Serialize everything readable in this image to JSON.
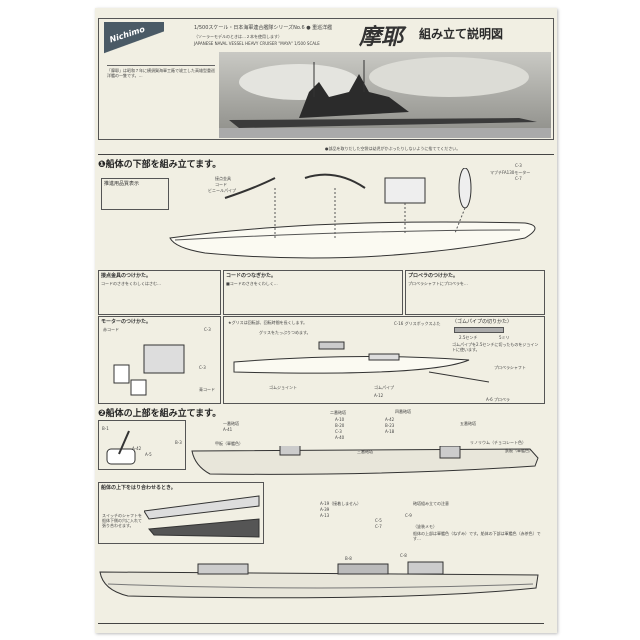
{
  "header": {
    "logo": "Nichimo",
    "series_line": "1/500スケール・日本海軍連合艦隊シリーズNo.6 ● 重巡洋艦",
    "note_line": "（ソーラーモデルのときは…２本を使用します）",
    "english_line": "JAPANESE NAVAL VESSEL HEAVY CRUISER \"MAYA\" 1/500 SCALE",
    "ship_name": "摩耶",
    "doc_title": "組み立て説明図",
    "intro_text": "「摩耶」は昭和７年に横須賀海軍工廠で竣工した高雄型重巡洋艦の一隻です。…",
    "warning": "●部品を取りだした空袋は幼児がかぶったりしないように捨ててください。"
  },
  "section1": {
    "title": "❶船体の下部を組み立てます。",
    "labels": [
      "接点金具",
      "コード",
      "ビニールパイプ",
      "C-3",
      "マブチFA130モーター",
      "C-7"
    ],
    "spec_box": "推進用品質表示",
    "sub_boxes": [
      {
        "title": "接点金具のつけかた。",
        "text": "コードのさきをくわしくはさむ…"
      },
      {
        "title": "コードのつなぎかた。",
        "text": "■コードのさきをくわしく…"
      },
      {
        "title": "プロペラのつけかた。",
        "text": "プロペラシャフトにプロペラを…"
      }
    ],
    "motor_box": {
      "title": "モーターのつけかた。",
      "labels": [
        "赤コード",
        "C-3",
        "C-3",
        "青コード"
      ]
    },
    "grease_box": {
      "note": "★グリスは回転部、回転時間を長くします。",
      "labels": [
        "C-16 グリスボックスふた",
        "グリスをたっぷりつめます。",
        "ゴムジョイント",
        "ゴムパイプ",
        "A-12",
        "プロペラシャフト",
        "A-6 プロペラ"
      ]
    },
    "pipe_box": {
      "title": "（ゴムパイプの切りかた）",
      "labels": [
        "2.5センチ",
        "5ミリ"
      ],
      "text": "ゴムパイプを2.5センチに切ったものをジョイントに使います。"
    }
  },
  "section2": {
    "title": "❷船体の上部を組み立てます。",
    "labels": [
      "一番砲塔",
      "A-41",
      "二番砲塔",
      "A-10",
      "B-20",
      "C-3",
      "A-40",
      "三番砲塔",
      "四番砲塔",
      "A-42",
      "B-23",
      "A-18",
      "五番砲塔",
      "甲板（軍艦色）",
      "リノリウム（チョコレート色）",
      "鉄板（軍艦色）",
      "A-19（接着しません）",
      "A-39",
      "A-13",
      "C-9",
      "C-8",
      "C-5",
      "C-7",
      "B-8"
    ],
    "join_box": {
      "title": "船体の上下をはり合わせるとき。",
      "text": "スイッチのシャフトを船体下側の穴に入れて張り合わせます。"
    },
    "detail_labels": [
      "B-1",
      "A-42",
      "A-5",
      "B-3"
    ],
    "notes_title": "砲塔組み立ての注意",
    "memo_title": "（塗装メモ）",
    "memo_text": "船体の上部は軍艦色（ねずみ）です。船体の下部は軍艦色（赤茶色）です…"
  },
  "colors": {
    "paper": "#f1efe3",
    "ink": "#2a2a2a"
  }
}
